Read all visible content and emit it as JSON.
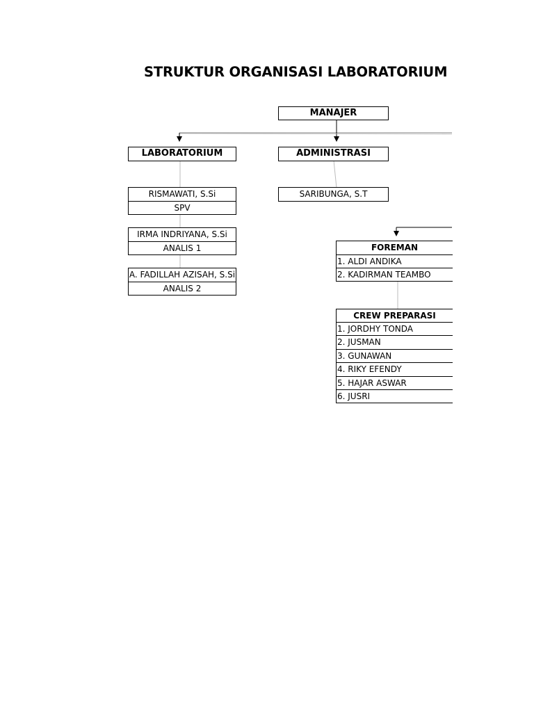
{
  "title": "STRUKTUR ORGANISASI LABORATORIUM PREPARASI",
  "manajer": "MANAJER",
  "laboratorium": {
    "label": "LABORATORIUM",
    "spv": {
      "name": "RISMAWATI, S.Si",
      "role": "SPV"
    },
    "analis1": {
      "name": "IRMA INDRIYANA, S.Si",
      "role": "ANALIS 1"
    },
    "analis2": {
      "name": "A. FADILLAH AZISAH, S.Si",
      "role": "ANALIS 2"
    }
  },
  "administrasi": {
    "label": "ADMINISTRASI",
    "staff": "SARIBUNGA, S.T"
  },
  "foreman": {
    "label": "FOREMAN",
    "members": [
      "1. ALDI ANDIKA",
      "2. KADIRMAN TEAMBO"
    ]
  },
  "crew": {
    "label": "CREW PREPARASI",
    "members": [
      "1. JORDHY TONDA",
      "2. JUSMAN",
      "3. GUNAWAN",
      "4. RIKY EFENDY",
      "5. HAJAR ASWAR",
      "6. JUSRI"
    ]
  }
}
